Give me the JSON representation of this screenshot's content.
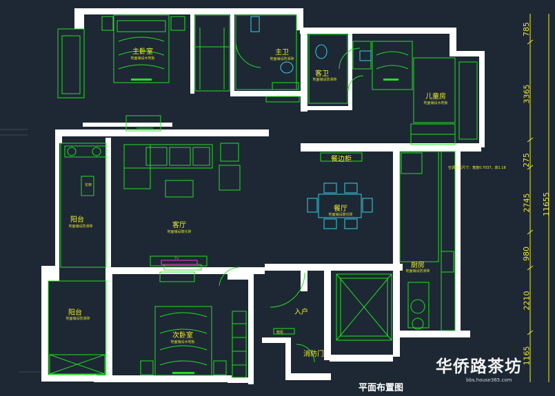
{
  "caption": "平面布置图",
  "watermark": {
    "brand": "华侨路茶坊",
    "url": "bbs.house365.com"
  },
  "rooms": [
    {
      "key": "master_bedroom",
      "name": "主卧室",
      "sub": "地面铺设木地板"
    },
    {
      "key": "master_bath",
      "name": "主卫",
      "sub": "地面铺设防滑砖"
    },
    {
      "key": "guest_bath",
      "name": "客卫",
      "sub": "地面铺设防滑砖"
    },
    {
      "key": "kids_room",
      "name": "儿童房",
      "sub": "地面铺设木地板"
    },
    {
      "key": "wine_cabinet",
      "name": "餐边柜",
      "sub": ""
    },
    {
      "key": "dining",
      "name": "餐厅",
      "sub": "地面铺设玻化砖"
    },
    {
      "key": "balcony1",
      "name": "阳台",
      "sub": "地面铺设防滑砖"
    },
    {
      "key": "living",
      "name": "客厅",
      "sub": "地面铺设玻化砖"
    },
    {
      "key": "kitchen",
      "name": "厨房",
      "sub": "地面铺设防滑砖"
    },
    {
      "key": "balcony2",
      "name": "阳台",
      "sub": "地面铺设防滑砖"
    },
    {
      "key": "second_bedroom",
      "name": "次卧室",
      "sub": "地面铺设木地板"
    },
    {
      "key": "entrance",
      "name": "入户",
      "sub": ""
    },
    {
      "key": "fire_door",
      "name": "消防门",
      "sub": ""
    },
    {
      "key": "shoe_cabinet",
      "name": "鞋柜",
      "sub": ""
    },
    {
      "key": "balcony_plant",
      "name": "花架",
      "sub": ""
    }
  ],
  "tv_label": "TV",
  "note": "空调主机尺寸：宽度0.7037，高1.18",
  "dimensions": [
    "785",
    "3365",
    "275",
    "2745",
    "11655",
    "980",
    "2210",
    "1165"
  ],
  "colors": {
    "wall": "#ffffff",
    "furniture": "#22e022",
    "fixture": "#3cd2e6",
    "text": "#f2ee2c",
    "accent": "#ff3fd0",
    "bg": "#1d2834"
  }
}
